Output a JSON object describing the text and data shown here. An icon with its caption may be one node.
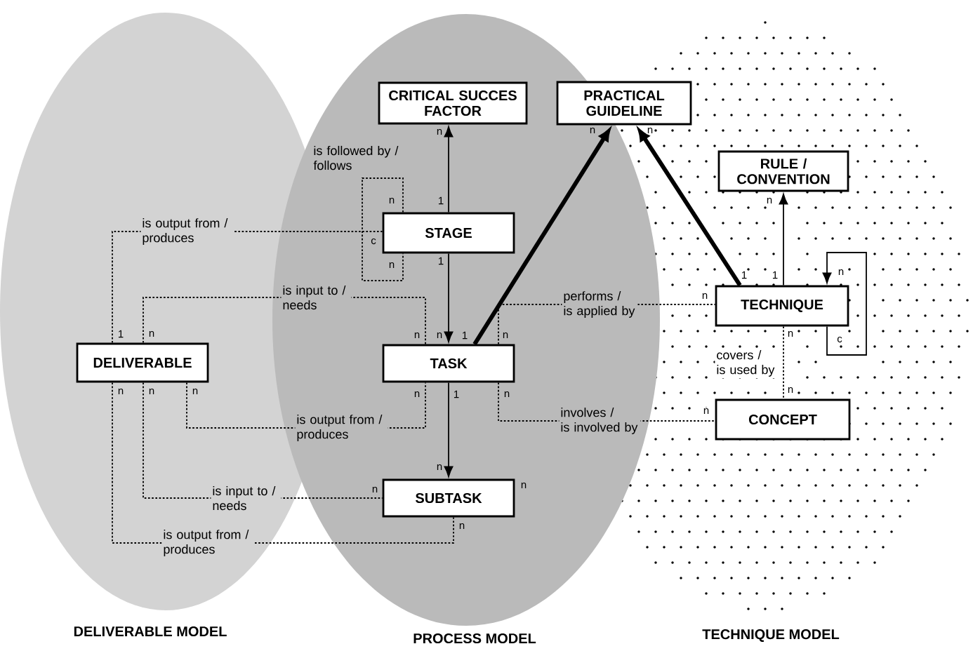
{
  "diagram": {
    "nodes": [
      {
        "text": [
          "DELIVERABLE MODEL"
        ]
      },
      {
        "text": [
          "PROCESS MODEL"
        ]
      },
      {
        "text": [
          "TECHNIQUE MODEL"
        ]
      },
      {
        "text": [
          "CRITICAL SUCCES FACTOR"
        ],
        "in": 1
      },
      {
        "text": [
          "PRACTICAL GUIDELINE"
        ]
      },
      {
        "text": [
          "RULE / CONVENTION"
        ],
        "in": 2
      },
      {
        "text": [
          "STAGE"
        ],
        "in": 1
      },
      {
        "text": [
          "TECHNIQUE"
        ],
        "in": 2
      },
      {
        "text": [
          "DELIVERABLE"
        ],
        "in": 0
      },
      {
        "text": [
          "TASK"
        ],
        "in": 1
      },
      {
        "text": [
          "CONCEPT"
        ],
        "in": 2
      },
      {
        "text": [
          "SUBTASK"
        ],
        "in": 1
      }
    ],
    "edges": [
      {
        "from": 6,
        "to": 3,
        "arrow": "to"
      },
      {
        "from": 6,
        "to": 6,
        "arrow": "none",
        "label": "is followed by / follows",
        "style": "dashed"
      },
      {
        "from": 8,
        "to": 6,
        "arrow": "none",
        "label": "is output from / produces",
        "style": "dashed"
      },
      {
        "from": 6,
        "to": 9,
        "arrow": "to"
      },
      {
        "from": 8,
        "to": 9,
        "arrow": "none",
        "label": "is input to / needs",
        "style": "dashed"
      },
      {
        "from": 9,
        "to": 4,
        "arrow": "to",
        "style": "thick"
      },
      {
        "from": 7,
        "to": 4,
        "arrow": "to",
        "style": "thick"
      },
      {
        "from": 7,
        "to": 5,
        "arrow": "to"
      },
      {
        "from": 7,
        "to": 7,
        "arrow": "to"
      },
      {
        "from": 9,
        "to": 7,
        "arrow": "none",
        "label": "performs / is applied by",
        "style": "dashed"
      },
      {
        "from": 7,
        "to": 10,
        "arrow": "none",
        "label": "covers / is used by",
        "style": "dashed"
      },
      {
        "from": 8,
        "to": 9,
        "arrow": "none",
        "label": "is output from / produces",
        "style": "dashed"
      },
      {
        "from": 9,
        "to": 10,
        "arrow": "none",
        "label": "involves / is involved by",
        "style": "dashed"
      },
      {
        "from": 9,
        "to": 11,
        "arrow": "to"
      },
      {
        "from": 8,
        "to": 11,
        "arrow": "none",
        "label": "is input to / needs",
        "style": "dashed"
      },
      {
        "from": 8,
        "to": 11,
        "arrow": "none",
        "label": "is output from / produces",
        "style": "dashed"
      }
    ],
    "labels": [
      "n",
      "n",
      "n",
      "n",
      "1",
      "n",
      "c",
      "1",
      "n",
      "1",
      "1",
      "n",
      "n",
      "1",
      "n",
      "n",
      "n",
      "1",
      "n",
      "n",
      "c",
      "n",
      "n",
      "n",
      "n",
      "1",
      "n",
      "n",
      "n",
      "n",
      "n",
      "n",
      "n"
    ]
  }
}
